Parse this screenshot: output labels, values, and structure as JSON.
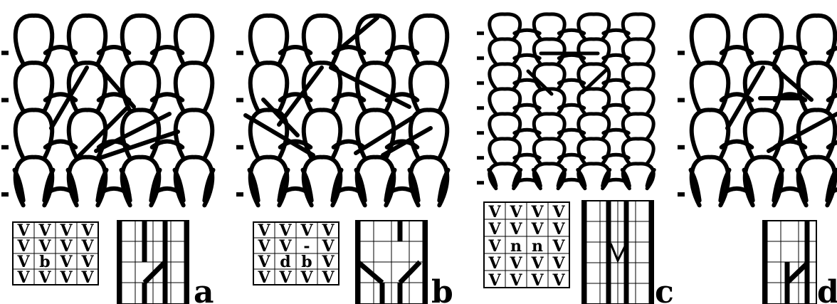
{
  "colors": {
    "ink": "#000000",
    "paper": "#ffffff"
  },
  "panels": [
    {
      "label": "a",
      "fabric": "rib",
      "symbol_grid": [
        [
          "V",
          "V",
          "V",
          "V"
        ],
        [
          "V",
          "V",
          "V",
          "V"
        ],
        [
          "V",
          "b",
          "V",
          "V"
        ],
        [
          "V",
          "V",
          "V",
          "V"
        ]
      ]
    },
    {
      "label": "b",
      "fabric": "rib",
      "symbol_grid": [
        [
          "V",
          "V",
          "V",
          "V"
        ],
        [
          "V",
          "V",
          "-",
          "V"
        ],
        [
          "V",
          "d",
          "b",
          "V"
        ],
        [
          "V",
          "V",
          "V",
          "V"
        ]
      ]
    },
    {
      "label": "c",
      "fabric": "dense",
      "symbol_grid": [
        [
          "V",
          "V",
          "V",
          "V"
        ],
        [
          "V",
          "V",
          "V",
          "V"
        ],
        [
          "V",
          "n",
          "n",
          "V"
        ],
        [
          "V",
          "V",
          "V",
          "V"
        ],
        [
          "V",
          "V",
          "V",
          "V"
        ]
      ]
    },
    {
      "label": "d",
      "fabric": "rib",
      "symbol_grid": []
    }
  ]
}
